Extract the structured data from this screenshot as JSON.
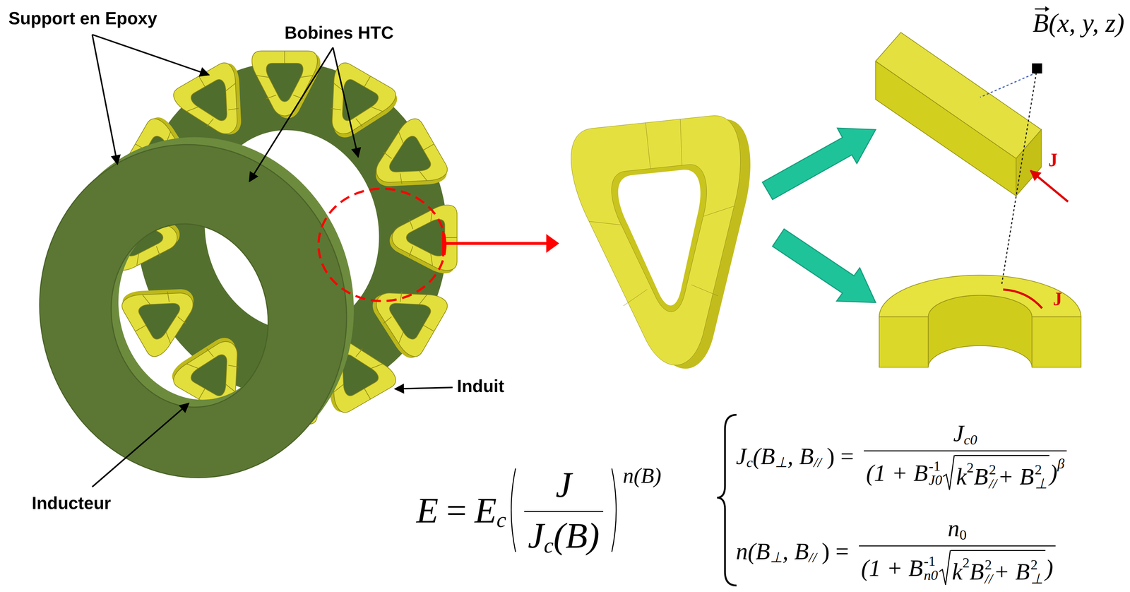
{
  "diagram": {
    "labels": [
      "Support en Epoxy",
      "Bobines HTC",
      "Induit",
      "Inducteur",
      "B",
      "(x, y, z)",
      "J",
      "J",
      "E",
      "=",
      "E",
      "c",
      "J",
      "J",
      "c",
      "(B)",
      "n(B)",
      "J",
      "c",
      "(B",
      "⊥",
      ", B",
      "//",
      ") =",
      "J",
      "c0",
      "(1 + B",
      "-1",
      "J0",
      "k",
      "2",
      "B",
      "2",
      "//",
      "+ B",
      "2",
      "⊥",
      ")",
      "β",
      "n(B",
      "⊥",
      ", B",
      "//",
      ") =",
      "n",
      "0",
      "(1 + B",
      "-1",
      "n0",
      "k",
      "2",
      "B",
      "2",
      "//",
      "+ B",
      "2",
      "⊥",
      ")"
    ]
  }
}
